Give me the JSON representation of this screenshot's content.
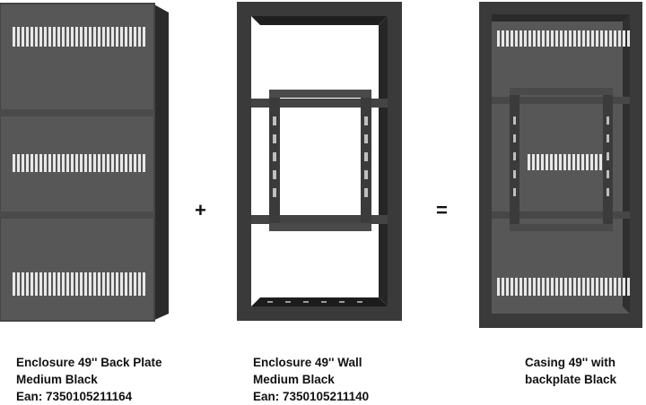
{
  "products": [
    {
      "name_line1": "Enclosure 49'' Back Plate",
      "name_line2": "Medium Black",
      "ean": "Ean: 7350105211164"
    },
    {
      "name_line1": "Enclosure 49'' Wall",
      "name_line2": "Medium Black",
      "ean": "Ean: 7350105211140"
    },
    {
      "name_line1": "Casing 49'' with",
      "name_line2": "backplate Black",
      "ean": ""
    }
  ],
  "operators": {
    "plus": "+",
    "equals": "="
  },
  "colors": {
    "plate": "#555555",
    "plate_dark": "#3f3f3f",
    "frame": "#2e2e2e",
    "slot": "#e6e6e6"
  }
}
